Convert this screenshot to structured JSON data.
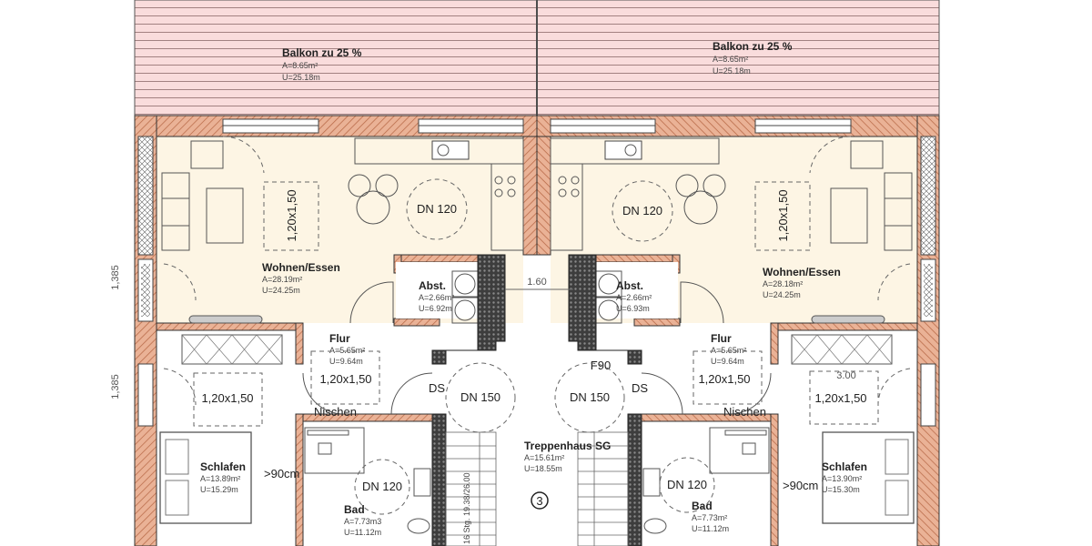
{
  "balconies": [
    {
      "label": "Balkon zu 25 %",
      "area": "A=8.65m²",
      "perimeter": "U=25.18m"
    },
    {
      "label": "Balkon zu 25 %",
      "area": "A=8.65m²",
      "perimeter": "U=25.18m"
    }
  ],
  "left_unit": {
    "living": {
      "name": "Wohnen/Essen",
      "area": "A=28.19m²",
      "perimeter": "U=24.25m"
    },
    "storage": {
      "name": "Abst.",
      "area": "A=2.66m²",
      "perimeter": "U=6.92m"
    },
    "hall": {
      "name": "Flur",
      "area": "A=5.65m²",
      "perimeter": "U=9.64m"
    },
    "bedroom": {
      "name": "Schlafen",
      "area": "A=13.89m²",
      "perimeter": "U=15.29m"
    },
    "bath": {
      "name": "Bad",
      "area": "A=7.73m3",
      "perimeter": "U=11.12m"
    }
  },
  "right_unit": {
    "living": {
      "name": "Wohnen/Essen",
      "area": "A=28.18m²",
      "perimeter": "U=24.25m"
    },
    "storage": {
      "name": "Abst.",
      "area": "A=2.66m²",
      "perimeter": "U=6.93m"
    },
    "hall": {
      "name": "Flur",
      "area": "A=5.65m²",
      "perimeter": "U=9.64m"
    },
    "bedroom": {
      "name": "Schlafen",
      "area": "A=13.90m²",
      "perimeter": "U=15.30m"
    },
    "bath": {
      "name": "Bad",
      "area": "A=7.73m²",
      "perimeter": "U=11.12m"
    }
  },
  "stairwell": {
    "name": "Treppenhaus SG",
    "area": "A=15.61m²",
    "perimeter": "U=18.55m",
    "number": "3",
    "stair_label": "16 Stg. 19.38/26.00",
    "width_dim": "1.60",
    "fire_rating": "F90"
  },
  "annotations": {
    "turning_circle_120": "DN 120",
    "turning_circle_150": "DN 150",
    "shower": "DS",
    "movement_area": "1,20x1,50",
    "niches": "Nischen",
    "clearance": ">90cm",
    "dim_3": "3.00",
    "window_dim": "1,385"
  },
  "colors": {
    "balcony": "#f9dcdc",
    "living": "#fdf5e4",
    "brick_wall": "#e9a98a",
    "concrete_wall": "#4a4a4a"
  }
}
